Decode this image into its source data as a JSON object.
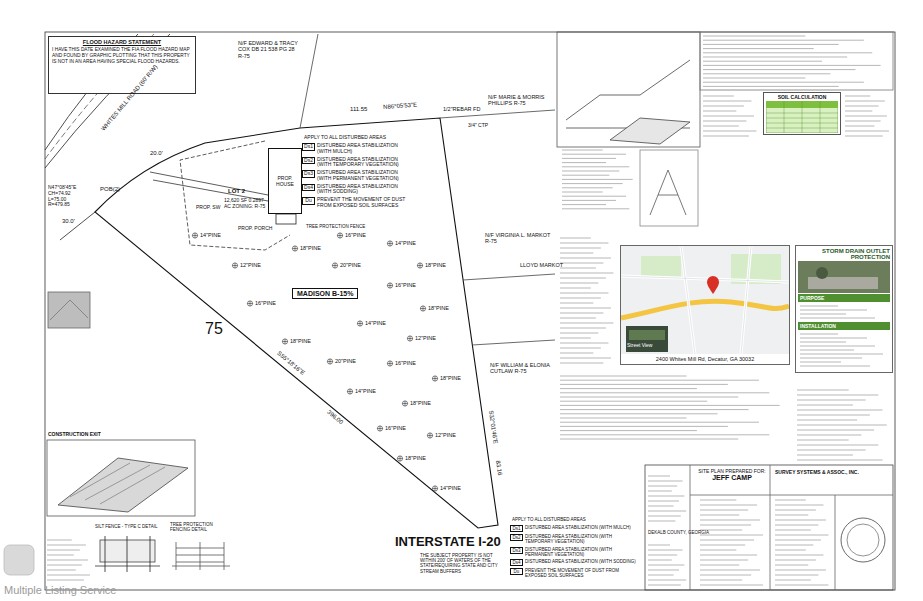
{
  "diagram": {
    "nodes": [
      {
        "text": [
          "FLOOD HAZARD STATEMENT",
          "I HAVE THIS DATE EXAMINED THE FIA FLOOD HAZARD MAP AND FOUND BY GRAPHIC PLOTTING THAT THIS PROPERTY IS NOT IN AN AREA HAVING SPECIAL FLOOD HAZARDS."
        ]
      },
      {
        "text": [
          "MADISON B-15%"
        ]
      },
      {
        "text": [
          "PROP. HOUSE"
        ]
      },
      {
        "text": [
          "2400 Whites Mill Rd, Decatur, GA 30032"
        ]
      },
      {
        "text": [
          "STORM DRAIN OUTLET PROTECTION",
          "PURPOSE",
          "INSTALLATION"
        ]
      },
      {
        "text": [
          "SITE PLAN PREPARED FOR:",
          "JEFF CAMP"
        ]
      },
      {
        "text": [
          "SOIL CALCULATION"
        ]
      }
    ],
    "labels": [
      "N/F EDWARD & TRACY COX DB 21 538 PG 28 R-75",
      "N86°05'53\"E",
      "111.55",
      "1/2\"REBAR FD",
      "N/F MARIE & MORRIS PHILLIPS R-75",
      "3/4\" CTP",
      "POB(2)",
      "LOT 2",
      "12,620 SF 0.2897 AC ZONING: R-75",
      "N/F VIRGINIA L. MARKOT R-75",
      "LLOYD MARKOT",
      "N/F WILLIAM & ELONIA CUTLAW R-75",
      "INTERSTATE I-20",
      "THE SUBJECT PROPERTY IS NOT WITHIN 200' OF WATERS OF THE STATE/REQUIRING STATE AND CITY STREAM BUFFERS",
      "75",
      "S32°01'46\"E",
      "83.16",
      "S55°18'16\"E",
      "396.00",
      "N47°08'45\"E CH=74.92 L=75.00 R=479.85",
      "20.0'",
      "30.0'",
      "PROP. SW",
      "PROP. PORCH",
      "WHITES MILL ROAD (60' R/W)",
      "TREE PROTECTION FENCE",
      "CONSTRUCTION EXIT",
      "SILT FENCE - TYPE C DETAIL",
      "TREE PROTECTION FENCING DETAIL",
      "Street View",
      "DEKALB COUNTY, GEORGIA",
      "SURVEY SYSTEMS & ASSOC., INC.",
      "APPLY TO ALL DISTURBED AREAS",
      "Ds1",
      "Ds2",
      "Ds3",
      "Ds4",
      "Du",
      "APPLY TO ALL DISTURBED AREAS",
      "Ds1",
      "Ds2",
      "Ds3",
      "Ds4",
      "Du",
      "Multiple Listing Service",
      "18\"PINE",
      "16\"PINE",
      "14\"PINE",
      "18\"PINE",
      "14\"PINE",
      "12\"PINE",
      "20\"PINE",
      "16\"PINE",
      "18\"PINE",
      "16\"PINE",
      "14\"PINE",
      "12\"PINE",
      "18\"PINE",
      "20\"PINE",
      "16\"PINE",
      "18\"PINE",
      "14\"PINE",
      "18\"PINE",
      "16\"PINE",
      "12\"PINE",
      "18\"PINE",
      "14\"PINE"
    ],
    "legend": [
      {
        "text": "DISTURBED AREA STABILIZATION (WITH MULCH)"
      },
      {
        "text": "DISTURBED AREA STABILIZATION (WITH TEMPORARY VEGETATION)"
      },
      {
        "text": "DISTURBED AREA STABILIZATION (WITH PERMANENT VEGETATION)"
      },
      {
        "text": "DISTURBED AREA STABILIZATION (WITH SODDING)"
      },
      {
        "text": "PREVENT THE MOVEMENT OF DUST FROM EXPOSED SOIL SURFACES"
      },
      {
        "text": "DISTURBED AREA STABILIZATION (WITH MULCH)"
      },
      {
        "text": "DISTURBED AREA STABILIZATION (WITH TEMPORARY VEGETATION)"
      },
      {
        "text": "DISTURBED AREA STABILIZATION (WITH PERMANENT VEGETATION)"
      },
      {
        "text": "DISTURBED AREA STABILIZATION (WITH SODDING)"
      },
      {
        "text": "PREVENT THE MOVEMENT OF DUST FROM EXPOSED SOIL SURFACES"
      }
    ]
  }
}
